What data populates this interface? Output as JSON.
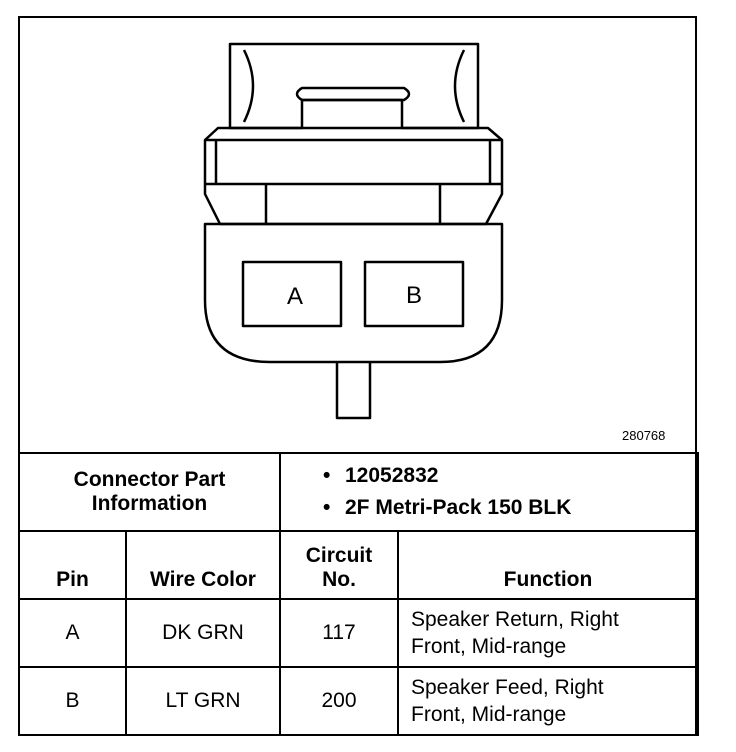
{
  "diagram": {
    "figure_id": "280768",
    "pins": [
      {
        "label": "A"
      },
      {
        "label": "B"
      }
    ]
  },
  "part_info": {
    "label_line1": "Connector Part",
    "label_line2": "Information",
    "items": [
      "12052832",
      "2F Metri-Pack 150 BLK"
    ]
  },
  "table": {
    "headers": {
      "pin": "Pin",
      "wire_color": "Wire Color",
      "circuit_line1": "Circuit",
      "circuit_line2": "No.",
      "function": "Function"
    },
    "rows": [
      {
        "pin": "A",
        "wire_color": "DK GRN",
        "circuit": "117",
        "function_line1": "Speaker Return, Right",
        "function_line2": "Front, Mid-range"
      },
      {
        "pin": "B",
        "wire_color": "LT GRN",
        "circuit": "200",
        "function_line1": "Speaker Feed, Right",
        "function_line2": "Front, Mid-range"
      }
    ]
  }
}
